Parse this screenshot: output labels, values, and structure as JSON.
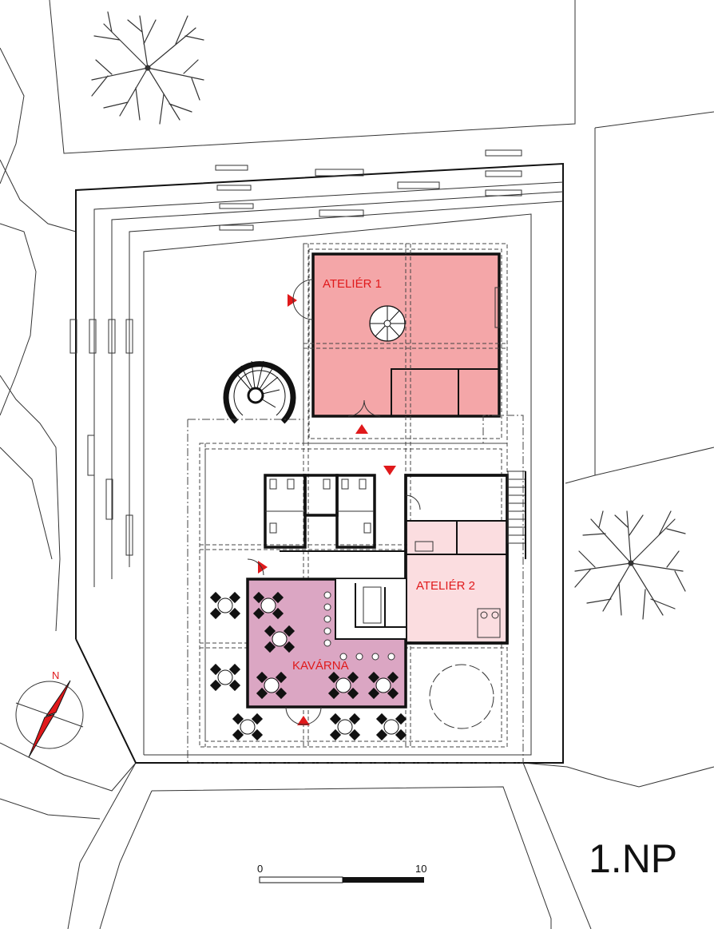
{
  "floor_label": "1.NP",
  "rooms": [
    {
      "id": "atelier-1",
      "label": "ATELIÉR 1"
    },
    {
      "id": "atelier-2",
      "label": "ATELIÉR 2"
    },
    {
      "id": "kavarna",
      "label": "KAVÁRNA"
    }
  ],
  "scale_bar": {
    "start_label": "0",
    "end_label": "10"
  },
  "north_arrow": {
    "label": "N"
  },
  "colors": {
    "atelier_1_fill": "#f4a6a8",
    "atelier_2_fill": "#fbdde0",
    "kavarna_fill": "#dba6c3",
    "entrance_marker": "#e0191b"
  }
}
